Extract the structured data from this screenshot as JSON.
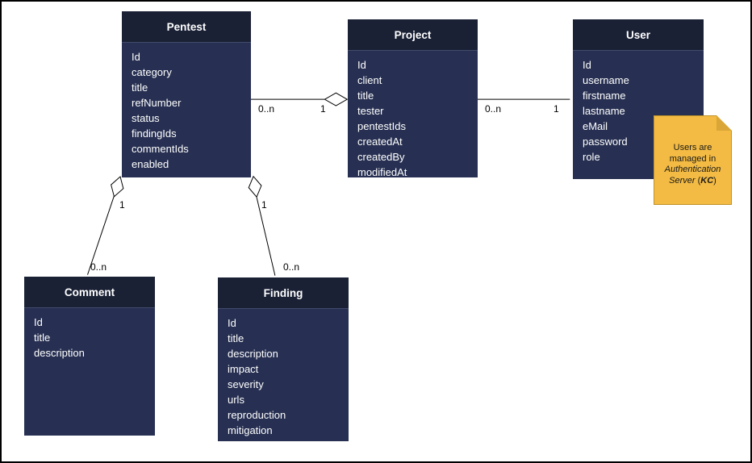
{
  "diagram_type": "uml-entity-diagram",
  "entities": [
    {
      "name": "Pentest",
      "fields": [
        "Id",
        "category",
        "title",
        "refNumber",
        "status",
        "findingIds",
        "commentIds",
        "enabled"
      ]
    },
    {
      "name": "Project",
      "fields": [
        "Id",
        "client",
        "title",
        "tester",
        "pentestIds",
        "createdAt",
        "createdBy",
        "modifiedAt"
      ]
    },
    {
      "name": "User",
      "fields": [
        "Id",
        "username",
        "firstname",
        "lastname",
        "eMail",
        "password",
        "role"
      ]
    },
    {
      "name": "Comment",
      "fields": [
        "Id",
        "title",
        "description"
      ]
    },
    {
      "name": "Finding",
      "fields": [
        "Id",
        "title",
        "description",
        "impact",
        "severity",
        "urls",
        "reproduction",
        "mitigation"
      ]
    }
  ],
  "relationships": [
    {
      "from": "Pentest",
      "to": "Project",
      "type": "aggregation",
      "diamond_end": "Project",
      "labels": {
        "near_pentest": "0..n",
        "near_project": "1"
      }
    },
    {
      "from": "Project",
      "to": "User",
      "type": "association",
      "labels": {
        "near_project": "0..n",
        "near_user": "1"
      }
    },
    {
      "from": "Pentest",
      "to": "Comment",
      "type": "aggregation",
      "diamond_end": "Pentest",
      "labels": {
        "near_pentest": "1",
        "near_comment": "0..n"
      }
    },
    {
      "from": "Pentest",
      "to": "Finding",
      "type": "aggregation",
      "diamond_end": "Pentest",
      "labels": {
        "near_pentest": "1",
        "near_finding": "0..n"
      }
    }
  ],
  "note": {
    "line1": "Users are",
    "line2": "managed in",
    "line3": "Authentication",
    "line4_server": "Server",
    "line4_open": " (",
    "line4_kc": "KC",
    "line4_close": ")"
  },
  "colors": {
    "background": "#ffffff",
    "entity_header": "#1a2135",
    "entity_body": "#273052",
    "entity_text": "#ffffff",
    "line": "#000000",
    "note_fill": "#f3bb43",
    "note_border": "#bf932b",
    "note_fold": "#d9a637"
  }
}
